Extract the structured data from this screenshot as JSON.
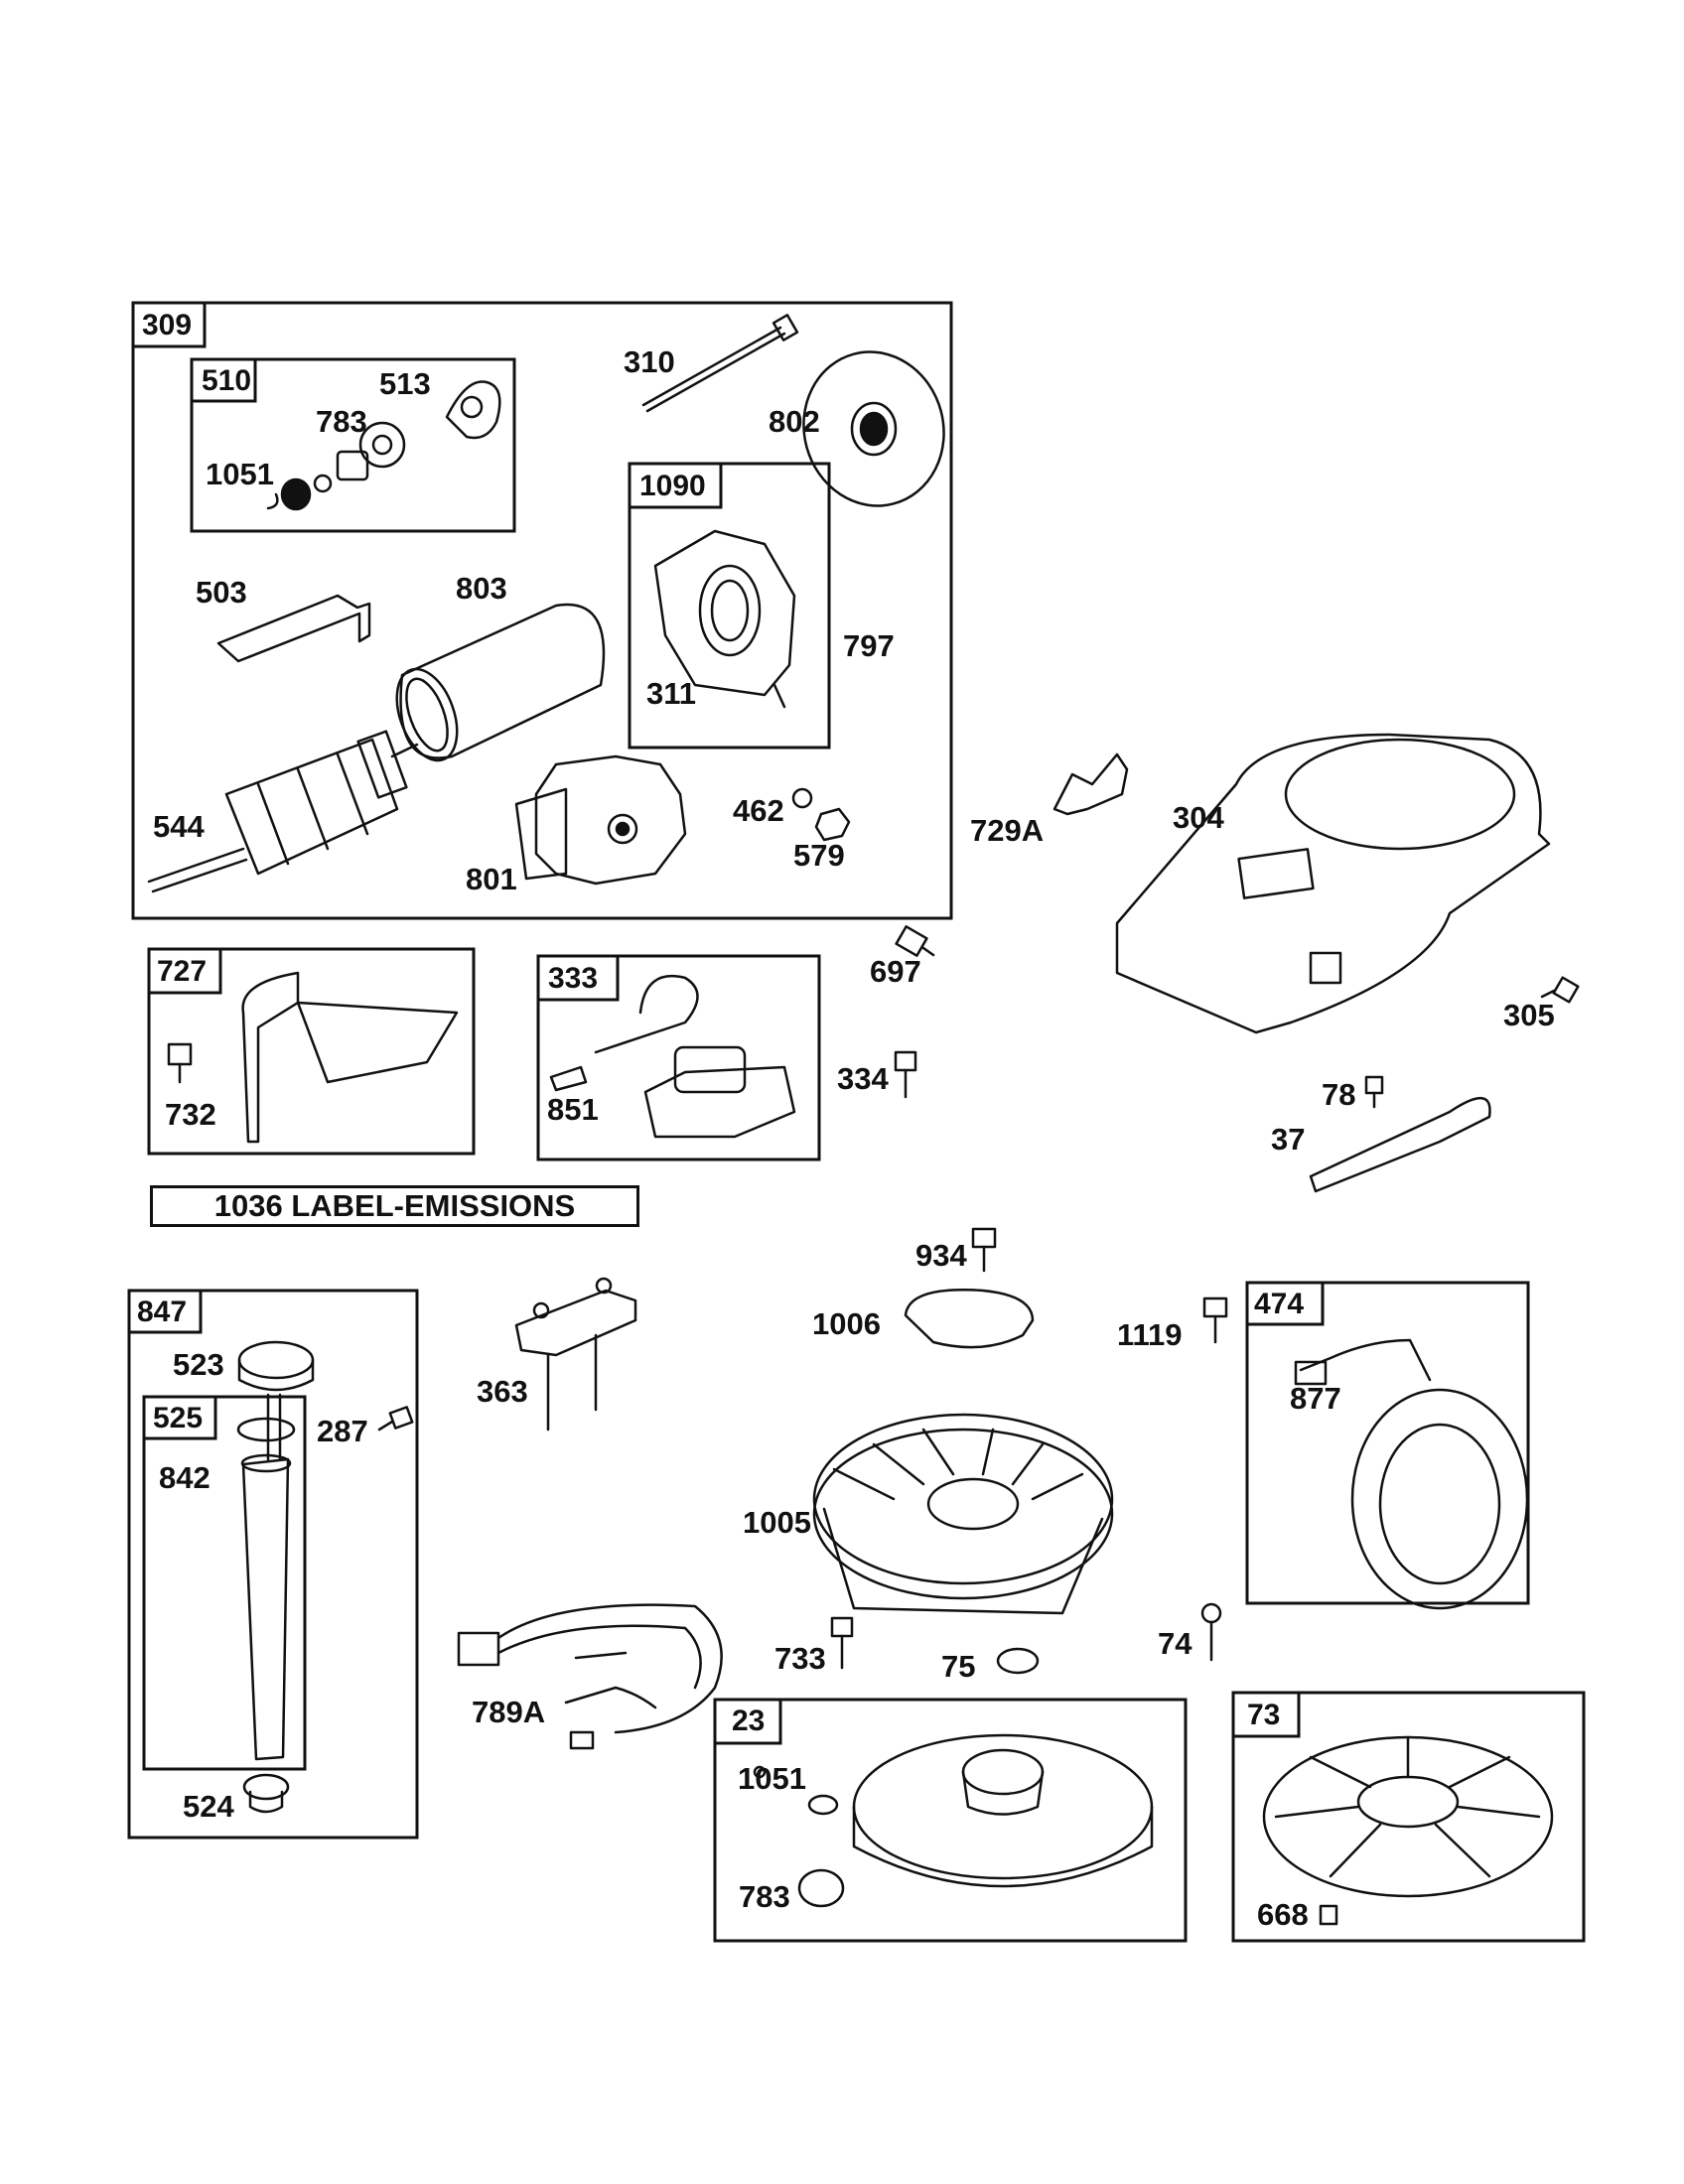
{
  "diagram": {
    "groups": {
      "g309": "309",
      "g510": "510",
      "g1090": "1090",
      "g727": "727",
      "g333": "333",
      "g847": "847",
      "g525": "525",
      "g474": "474",
      "g23": "23",
      "g73": "73"
    },
    "banner": "1036 LABEL-EMISSIONS",
    "parts": {
      "p310": "310",
      "p513": "513",
      "p783a": "783",
      "p802": "802",
      "p1051a": "1051",
      "p503": "503",
      "p803": "803",
      "p797": "797",
      "p311": "311",
      "p544": "544",
      "p462": "462",
      "p801": "801",
      "p579": "579",
      "p729A": "729A",
      "p304": "304",
      "p697": "697",
      "p305": "305",
      "p732": "732",
      "p851": "851",
      "p334": "334",
      "p78": "78",
      "p37": "37",
      "p934": "934",
      "p1006": "1006",
      "p1119": "1119",
      "p877": "877",
      "p523": "523",
      "p363": "363",
      "p287": "287",
      "p842": "842",
      "p1005": "1005",
      "p733": "733",
      "p75": "75",
      "p74": "74",
      "p789A": "789A",
      "p1051b": "1051",
      "p524": "524",
      "p783b": "783",
      "p668": "668"
    }
  }
}
